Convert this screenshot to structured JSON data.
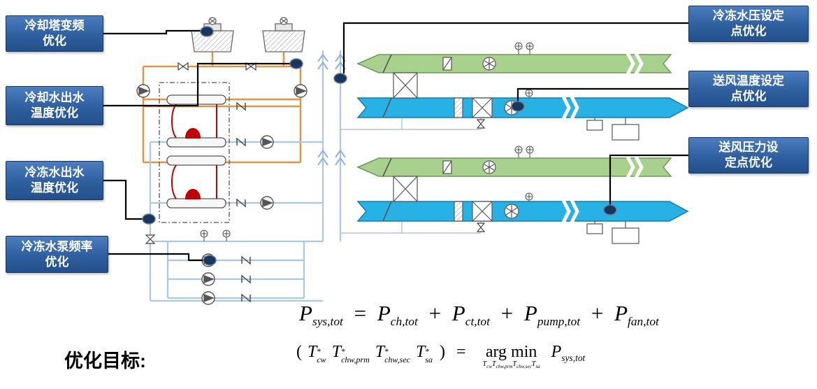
{
  "callouts": {
    "left": [
      {
        "line1": "冷却塔变频",
        "line2": "优化"
      },
      {
        "line1": "冷却水出水",
        "line2": "温度优化"
      },
      {
        "line1": "冷冻水出水",
        "line2": "温度优化"
      },
      {
        "line1": "冷冻水泵频率",
        "line2": "优化"
      }
    ],
    "right": [
      {
        "line1": "冷冻水压设定",
        "line2": "点优化"
      },
      {
        "line1": "送风温度设定",
        "line2": "点优化"
      },
      {
        "line1": "送风压力设",
        "line2": "定点优化"
      }
    ]
  },
  "objective": {
    "label": "优化目标:"
  },
  "formula1": {
    "lhs": {
      "base": "P",
      "sub": "sys,tot"
    },
    "eq": "=",
    "plus": "+",
    "terms": [
      {
        "base": "P",
        "sub": "ch,tot"
      },
      {
        "base": "P",
        "sub": "ct,tot"
      },
      {
        "base": "P",
        "sub": "pump,tot"
      },
      {
        "base": "P",
        "sub": "fan,tot"
      }
    ]
  },
  "formula2": {
    "open": "(",
    "close": ")",
    "eq": "=",
    "argmin": "arg min",
    "lhs": [
      {
        "base": "T",
        "sup": "*",
        "sub": "cw"
      },
      {
        "base": "T",
        "sup": "*",
        "sub": "chw,prm"
      },
      {
        "base": "T",
        "sup": "*",
        "sub": "chw,sec"
      },
      {
        "base": "T",
        "sup": "*",
        "sub": "sa"
      }
    ],
    "constraint": [
      {
        "base": "T",
        "sub": "cw"
      },
      {
        "base": "T",
        "sub": "chw,prm"
      },
      {
        "base": "T",
        "sub": "chw,sec"
      },
      {
        "base": "T",
        "sub": "sa"
      }
    ],
    "rhs": {
      "base": "P",
      "sub": "sys,tot"
    }
  },
  "colors": {
    "pipe_orange": "#e0953f",
    "pipe_chilled": "#a9c7e7",
    "duct_green": "#a9d18e",
    "duct_green_stroke": "#70975a",
    "duct_blue": "#27b1e5",
    "duct_blue_stroke": "#0f7fae",
    "refrigerant_red": "#c00000",
    "marker_fill": "#17375e",
    "callout_blue": "#2d5c9c",
    "connector_black": "#000000"
  }
}
